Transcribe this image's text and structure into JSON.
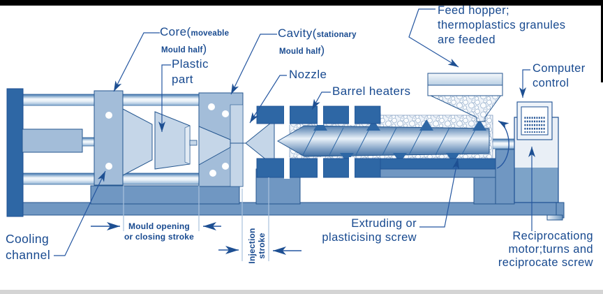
{
  "title": "Injection moulding machine diagram",
  "palette": {
    "text_navy": "#17498f",
    "outline_navy": "#1d4f92",
    "dark_blue": "#2e67a5",
    "medium_blue": "#7097c2",
    "platen_blue": "#a3bdd9",
    "insert_light_blue": "#c5d6e8",
    "pale_blue": "#e9eff6",
    "granule_bg": "#eef3f9",
    "granule_line": "#9db4cf",
    "motor_lower_blue": "#7da3c8",
    "top_bar_black": "#000000",
    "bottom_bar_gray": "#d4d4d4"
  },
  "labels": {
    "core": {
      "big_open": "Core(",
      "small_1": "moveable",
      "small_2": "Mould half",
      "big_close": ")"
    },
    "cavity": {
      "big_open": "Cavity(",
      "small_1": "stationary",
      "small_2": "Mould half",
      "big_close": ")"
    },
    "plastic_part": {
      "line1": "Plastic",
      "line2": "part"
    },
    "nozzle": {
      "text": "Nozzle"
    },
    "barrel_heaters": {
      "text": "Barrel heaters"
    },
    "feed_hopper": {
      "line1": "Feed hopper;",
      "line2": "thermoplastics granules",
      "line3": "are feeded"
    },
    "computer_control": {
      "line1": "Computer",
      "line2": "control"
    },
    "cooling_channel": {
      "line1": "Cooling",
      "line2": "channel"
    },
    "mould_stroke": {
      "line1": "Mould opening",
      "line2": "or closing stroke"
    },
    "injection_stroke": {
      "line1": "Injection",
      "line2": "stroke"
    },
    "extruding_screw": {
      "line1": "Extruding or",
      "line2": "plasticising screw"
    },
    "reciprocating_motor": {
      "line1": "Reciprocationg",
      "line2": "motor;turns and",
      "line3": "reciprocate screw"
    }
  }
}
